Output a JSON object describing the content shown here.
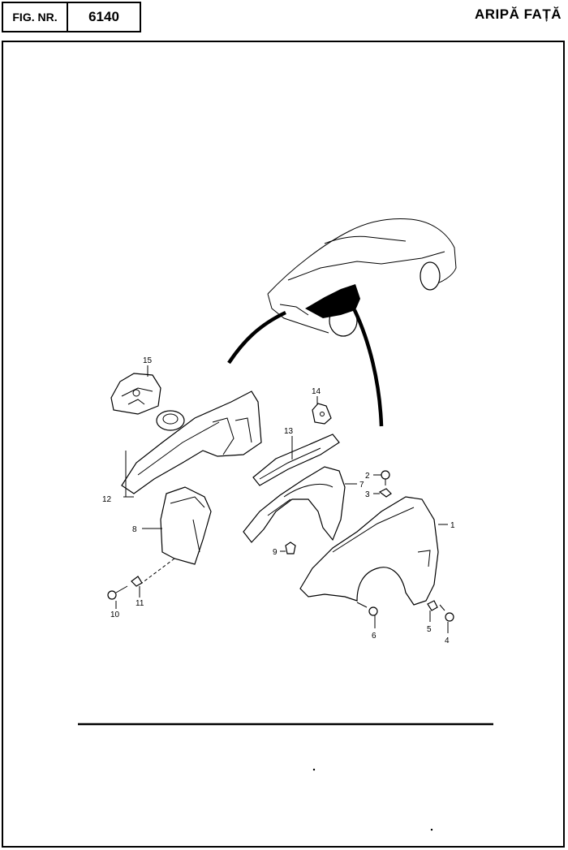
{
  "header": {
    "fig_label": "FIG. NR.",
    "fig_number": "6140",
    "title": "ARIPĂ FAȚĂ"
  },
  "parts": {
    "p1": "1",
    "p2": "2",
    "p3": "3",
    "p4": "4",
    "p5": "5",
    "p6": "6",
    "p7": "7",
    "p8": "8",
    "p9": "9",
    "p10": "10",
    "p11": "11",
    "p12": "12",
    "p13": "13",
    "p14": "14",
    "p15": "15"
  }
}
